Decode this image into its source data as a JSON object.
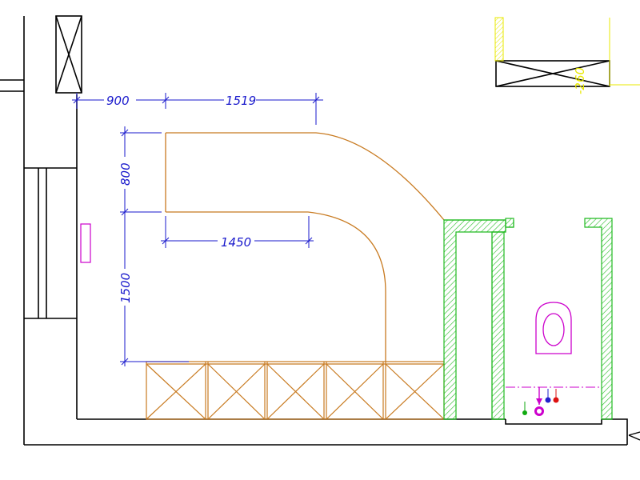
{
  "drawing": {
    "dimensions": {
      "top_left": "900",
      "top_width": "1519",
      "height_upper": "800",
      "inner_width": "1450",
      "height_lower": "1500",
      "door_right": "-260"
    },
    "colors": {
      "wall": "#000000",
      "counter": "#c87a20",
      "dimension": "#1a1acc",
      "partition_hatch": "#22bb22",
      "door": "#e8e800",
      "fixture": "#cc00cc",
      "valve_red": "#dd1111",
      "valve_blue": "#2222cc",
      "valve_green": "#11aa11"
    }
  }
}
